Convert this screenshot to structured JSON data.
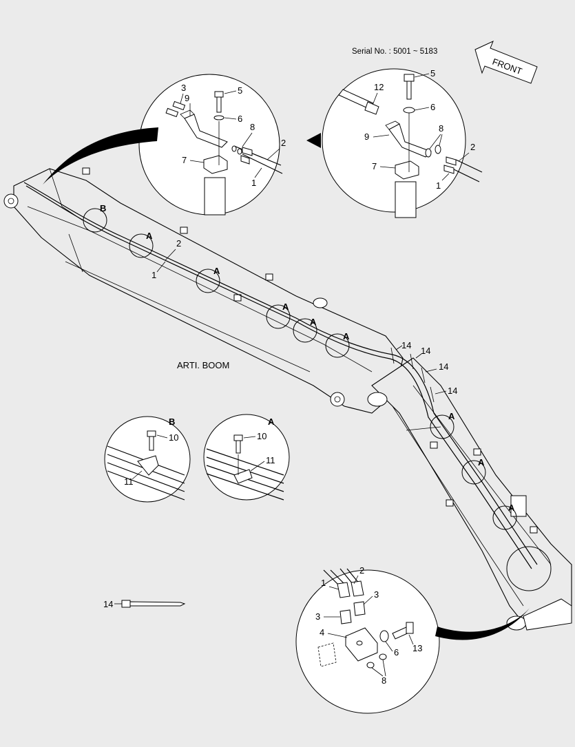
{
  "serial": "Serial No. : 5001 ~ 5183",
  "front": "FRONT",
  "boom_caption": "ARTI. BOOM",
  "callouts": {
    "c1": "1",
    "c2": "2",
    "c3": "3",
    "c4": "4",
    "c5": "5",
    "c6": "6",
    "c7": "7",
    "c8": "8",
    "c9": "9",
    "c10": "10",
    "c11": "11",
    "c12": "12",
    "c13": "13",
    "c14": "14"
  },
  "detail_letters": {
    "a": "A",
    "b": "B"
  }
}
